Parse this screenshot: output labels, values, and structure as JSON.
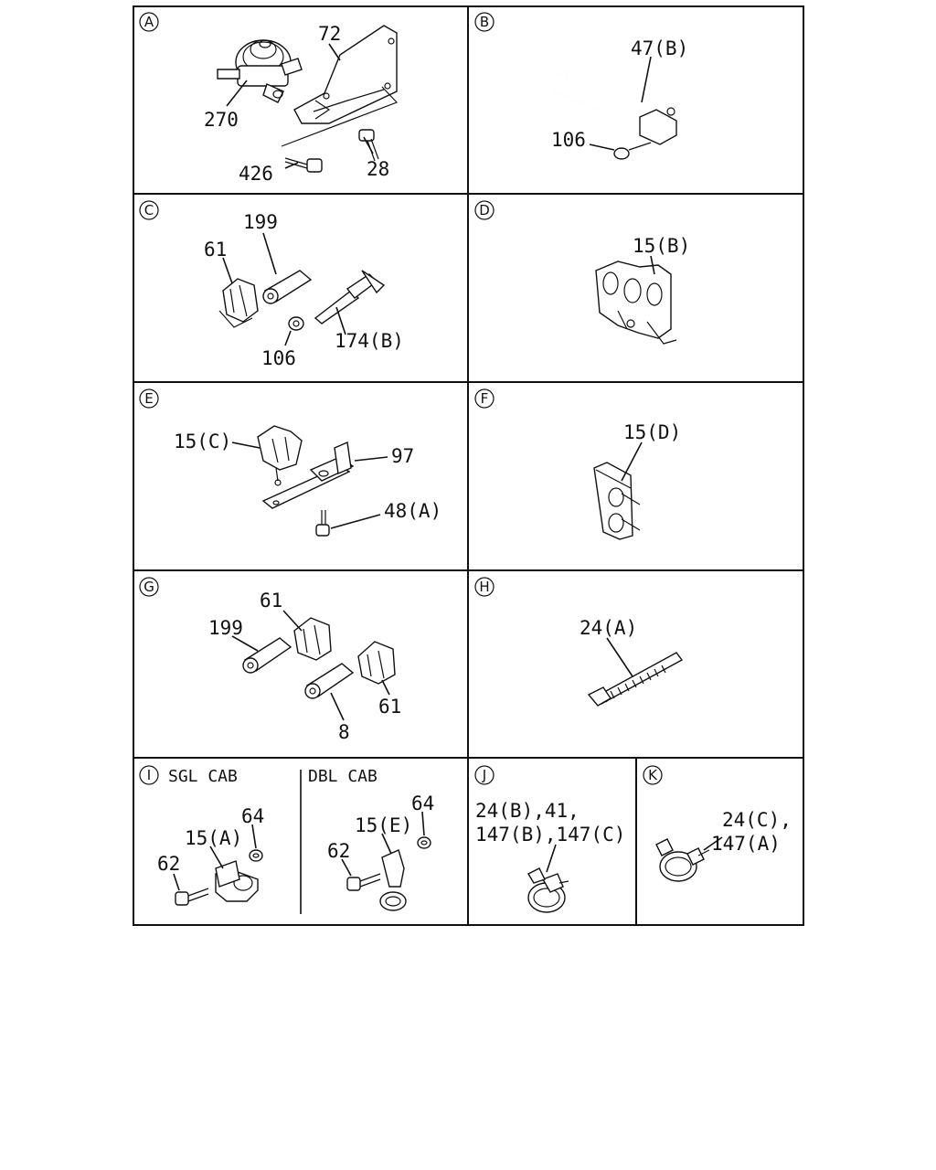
{
  "panels": {
    "A": {
      "letter": "A",
      "labels": {
        "l72": "72",
        "l270": "270",
        "l426": "426",
        "l28": "28"
      }
    },
    "B": {
      "letter": "B",
      "labels": {
        "l47b": "47(B)",
        "l106": "106"
      }
    },
    "C": {
      "letter": "C",
      "labels": {
        "l199": "199",
        "l61": "61",
        "l106": "106",
        "l174b": "174(B)"
      }
    },
    "D": {
      "letter": "D",
      "labels": {
        "l15b": "15(B)"
      }
    },
    "E": {
      "letter": "E",
      "labels": {
        "l15c": "15(C)",
        "l97": "97",
        "l48a": "48(A)"
      }
    },
    "F": {
      "letter": "F",
      "labels": {
        "l15d": "15(D)"
      }
    },
    "G": {
      "letter": "G",
      "labels": {
        "l61a": "61",
        "l199": "199",
        "l8": "8",
        "l61b": "61"
      }
    },
    "H": {
      "letter": "H",
      "labels": {
        "l24a": "24(A)"
      }
    },
    "I": {
      "letter": "I",
      "sgl_title": "SGL CAB",
      "dbl_title": "DBL CAB",
      "labels": {
        "l64a": "64",
        "l15a": "15(A)",
        "l62a": "62",
        "l64b": "64",
        "l15e": "15(E)",
        "l62b": "62"
      }
    },
    "J": {
      "letter": "J",
      "labels": {
        "line1": "24(B),41,",
        "line2": "147(B),147(C)"
      }
    },
    "K": {
      "letter": "K",
      "labels": {
        "line1": "24(C),",
        "line2": "147(A)"
      }
    }
  }
}
